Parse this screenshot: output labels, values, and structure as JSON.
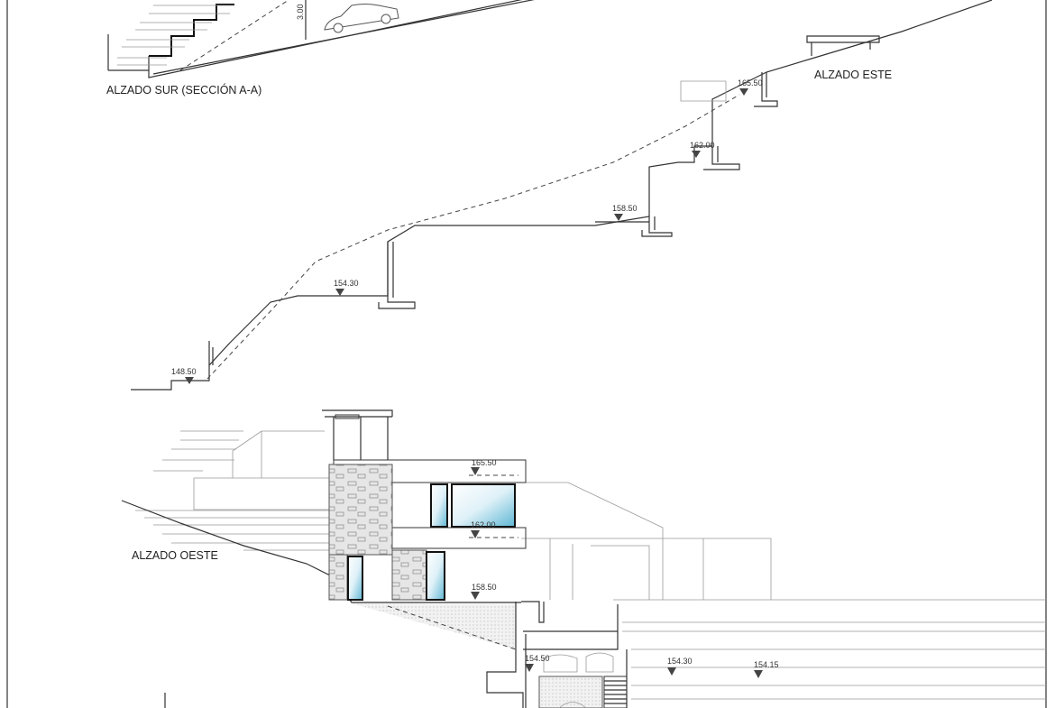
{
  "south_elevation": {
    "title": "ALZADO SUR (SECCIÓN A-A)",
    "dimension": "3.00"
  },
  "east_elevation": {
    "title": "ALZADO ESTE",
    "levels": [
      "165.50",
      "162.00",
      "158.50",
      "154.30",
      "148.50"
    ]
  },
  "west_elevation": {
    "title": "ALZADO OESTE",
    "levels": [
      "165.50",
      "162.00",
      "158.50",
      "154.50",
      "154.30",
      "154.15"
    ]
  },
  "colors": {
    "glass": "#5fb7d4",
    "line": "#333333"
  }
}
